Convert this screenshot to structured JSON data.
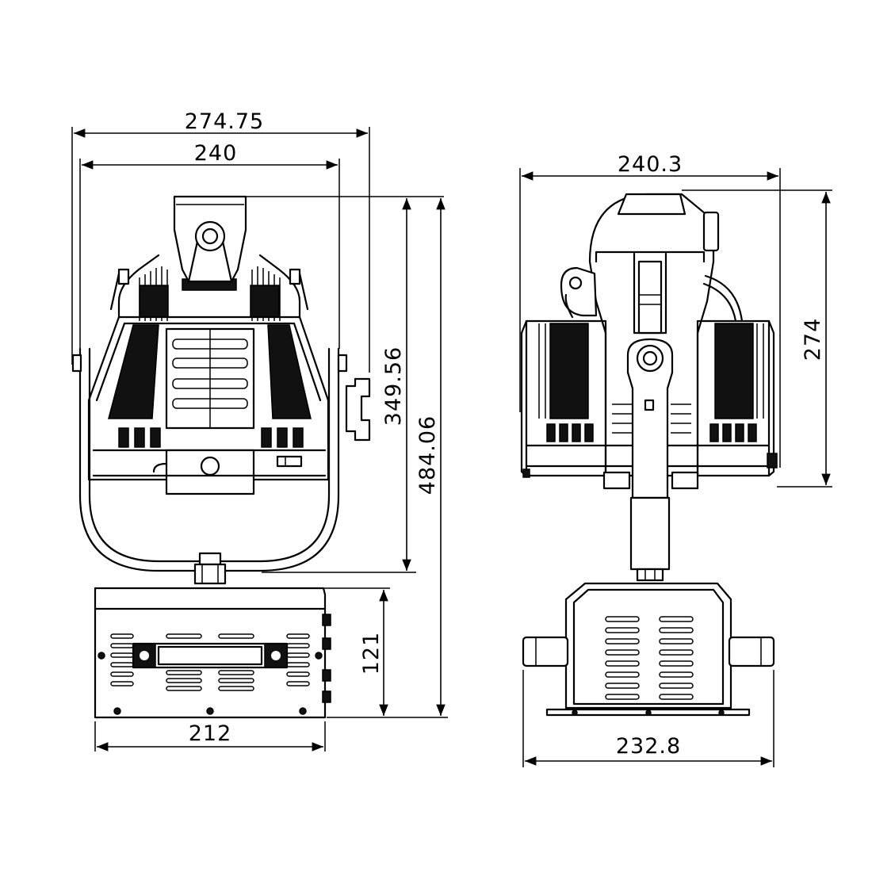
{
  "drawing": {
    "front_view": {
      "overall_width": "274.75",
      "body_width": "240",
      "head_height": "349.56",
      "total_height": "484.06",
      "base_height": "121",
      "base_width": "212"
    },
    "side_view": {
      "width": "240.3",
      "height": "274",
      "base_width": "232.8"
    }
  }
}
